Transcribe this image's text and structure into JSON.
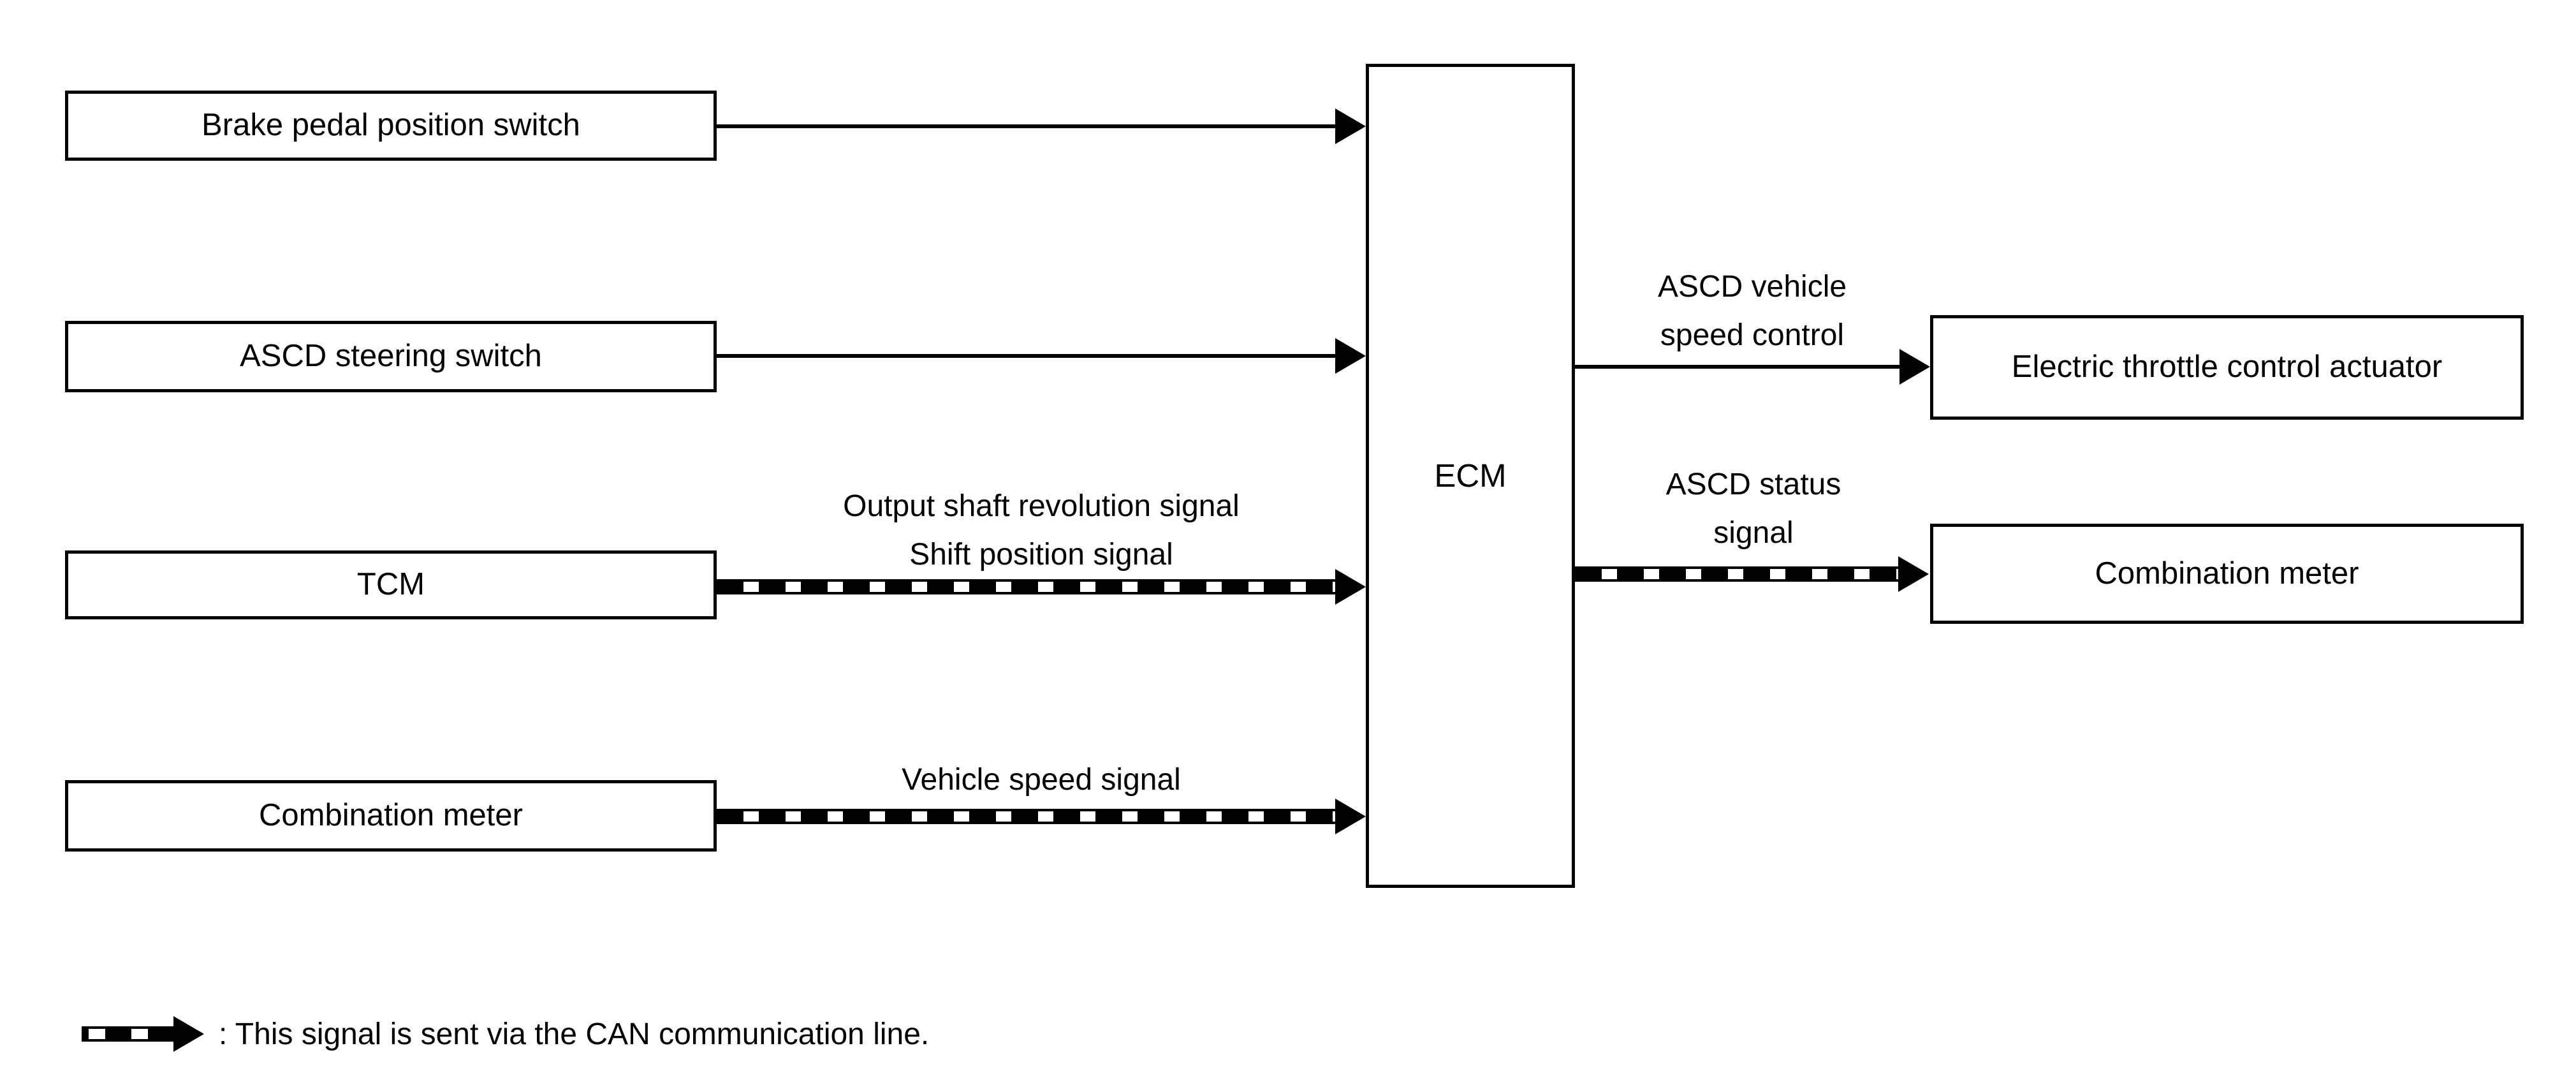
{
  "diagram": {
    "title_hint": "ASCD system block diagram",
    "background_color": "#ffffff",
    "line_color": "#000000",
    "nodes": {
      "brake": {
        "label": "Brake pedal position switch"
      },
      "ascd_steering": {
        "label": "ASCD steering switch"
      },
      "tcm": {
        "label": "TCM"
      },
      "combination_meter_left": {
        "label": "Combination meter"
      },
      "ecm": {
        "label": "ECM"
      },
      "electric_throttle": {
        "label": "Electric throttle control actuator"
      },
      "combination_meter_right": {
        "label": "Combination meter"
      }
    },
    "edges": [
      {
        "from": "Brake pedal position switch",
        "to": "ECM",
        "style": "solid"
      },
      {
        "from": "ASCD steering switch",
        "to": "ECM",
        "style": "solid"
      },
      {
        "from": "TCM",
        "to": "ECM",
        "style": "can-dashed",
        "label": "Output shaft revolution signal / Shift position signal"
      },
      {
        "from": "Combination meter",
        "to": "ECM",
        "style": "can-dashed",
        "label": "Vehicle speed signal"
      },
      {
        "from": "ECM",
        "to": "Electric throttle control actuator",
        "style": "solid",
        "label": "ASCD vehicle speed control"
      },
      {
        "from": "ECM",
        "to": "Combination meter",
        "style": "can-dashed",
        "label": "ASCD status signal"
      }
    ],
    "edge_labels": {
      "tcm_to_ecm": {
        "line1": "Output shaft revolution signal",
        "line2": "Shift position signal"
      },
      "combo_to_ecm": {
        "line1": "Vehicle speed signal"
      },
      "ecm_to_throttle": {
        "line1": "ASCD vehicle",
        "line2": "speed control"
      },
      "ecm_to_combo": {
        "line1": "ASCD status",
        "line2": "signal"
      }
    },
    "legend": {
      "text": ": This signal is sent via the CAN communication line."
    }
  }
}
